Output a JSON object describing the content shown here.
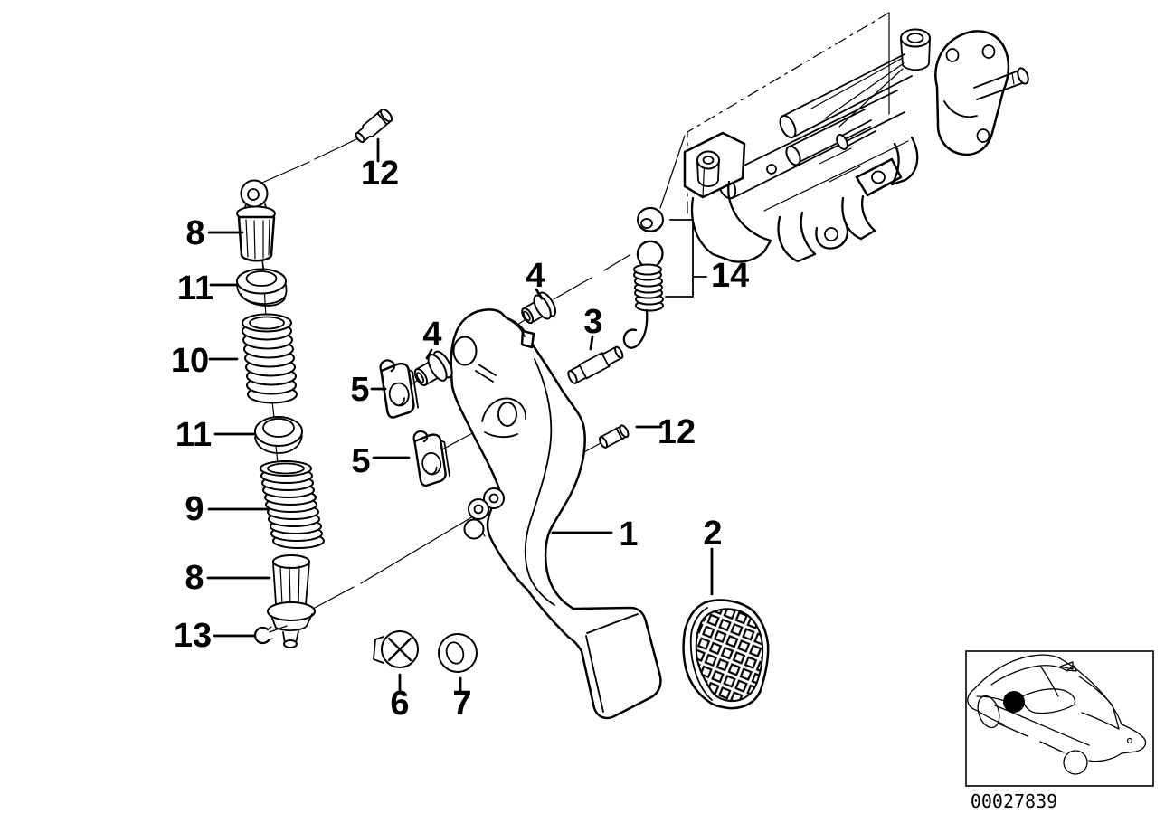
{
  "diagram": {
    "type": "exploded-parts-diagram",
    "subject": "pedal assembly with supporting bracket, clutch pedal, springs and bushings",
    "colors": {
      "line": "#000000",
      "background": "#ffffff",
      "location_marker": "#000000"
    },
    "callouts": {
      "pedal": "1",
      "pad": "2",
      "pin_3": "3",
      "bushing_4_left": "4",
      "bushing_4_right": "4",
      "clip_5_upper": "5",
      "clip_5_lower": "5",
      "screw_6": "6",
      "grommet_7": "7",
      "bushing_8_upper": "8",
      "bushing_8_lower": "8",
      "spring_9": "9",
      "spring_10": "10",
      "washer_11_upper": "11",
      "washer_11_lower": "11",
      "pin_12_top": "12",
      "pin_12_right": "12",
      "circlip_13": "13",
      "spring_assembly_14": "14"
    },
    "footer": {
      "part_number": "00027839"
    },
    "inset": {
      "description": "car-location-thumbnail"
    }
  }
}
